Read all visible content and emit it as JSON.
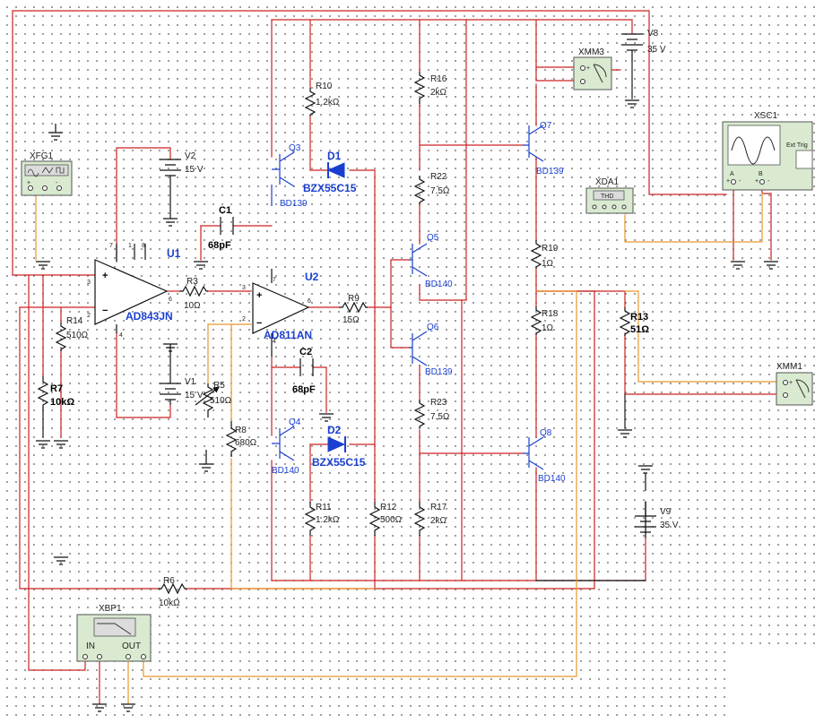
{
  "labels": {
    "xfg1": "XFG1",
    "xbp1": "XBP1",
    "xbp1_in": "IN",
    "xbp1_out": "OUT",
    "xmm3": "XMM3",
    "xmm1": "XMM1",
    "xsc1": "XSC1",
    "xsc1_ext": "Ext Trig",
    "xsc1_a": "A",
    "xsc1_b": "B",
    "xda1": "XDA1",
    "xda1_screen": "THD",
    "u1": "U1",
    "u1_part": "AD843JN",
    "u2": "U2",
    "u2_part": "AD811AN",
    "v1": "V1",
    "v1_val": "15 V",
    "v2": "V2",
    "v2_val": "15 V",
    "v8": "V8",
    "v8_val": "35 V",
    "v9": "V9",
    "v9_val": "35 V",
    "r3": "R3",
    "r3_val": "10Ω",
    "r5": "R5",
    "r5_val": "510Ω",
    "r6": "R6",
    "r6_val": "10kΩ",
    "r7": "R7",
    "r7_val": "10kΩ",
    "r8": "R8",
    "r8_val": "680Ω",
    "r9": "R9",
    "r9_val": "15Ω",
    "r10": "R10",
    "r10_val": "1.2kΩ",
    "r11": "R11",
    "r11_val": "1.2kΩ",
    "r12": "R12",
    "r12_val": "500Ω",
    "r13": "R13",
    "r13_val": "51Ω",
    "r14": "R14",
    "r14_val": "510Ω",
    "r16": "R16",
    "r16_val": "2kΩ",
    "r17": "R17",
    "r17_val": "2kΩ",
    "r18": "R18",
    "r18_val": "1Ω",
    "r19": "R19",
    "r19_val": "1Ω",
    "r22": "R22",
    "r22_val": "7.5Ω",
    "r23": "R23",
    "r23_val": "7.5Ω",
    "c1": "C1",
    "c1_val": "68pF",
    "c2": "C2",
    "c2_val": "68pF",
    "d1": "D1",
    "d1_part": "BZX55C15",
    "d2": "D2",
    "d2_part": "BZX55C15",
    "q3": "Q3",
    "q3_part": "BD139",
    "q4": "Q4",
    "q4_part": "BD140",
    "q5": "Q5",
    "q5_part": "BD140",
    "q6": "Q6",
    "q6_part": "BD139",
    "q7": "Q7",
    "q7_part": "BD139",
    "q8": "Q8",
    "q8_part": "BD140"
  },
  "pins": {
    "u1_p3": "3",
    "u1_p2": "2",
    "u1_p7": "7",
    "u1_p1": "1",
    "u1_p8": "8",
    "u1_p6": "6",
    "u1_p4": "4",
    "u2_p3": "3",
    "u2_p2": "2",
    "u2_p7": "7",
    "u2_p6": "6",
    "u2_p4": "4",
    "plus": "+",
    "minus": "-"
  },
  "colors": {
    "wire_red": "#cc2222",
    "wire_black": "#1a1a1a",
    "wire_orange": "#e8962c",
    "label_blue": "#1a3fd0",
    "instrument_green": "#d9ead0"
  }
}
